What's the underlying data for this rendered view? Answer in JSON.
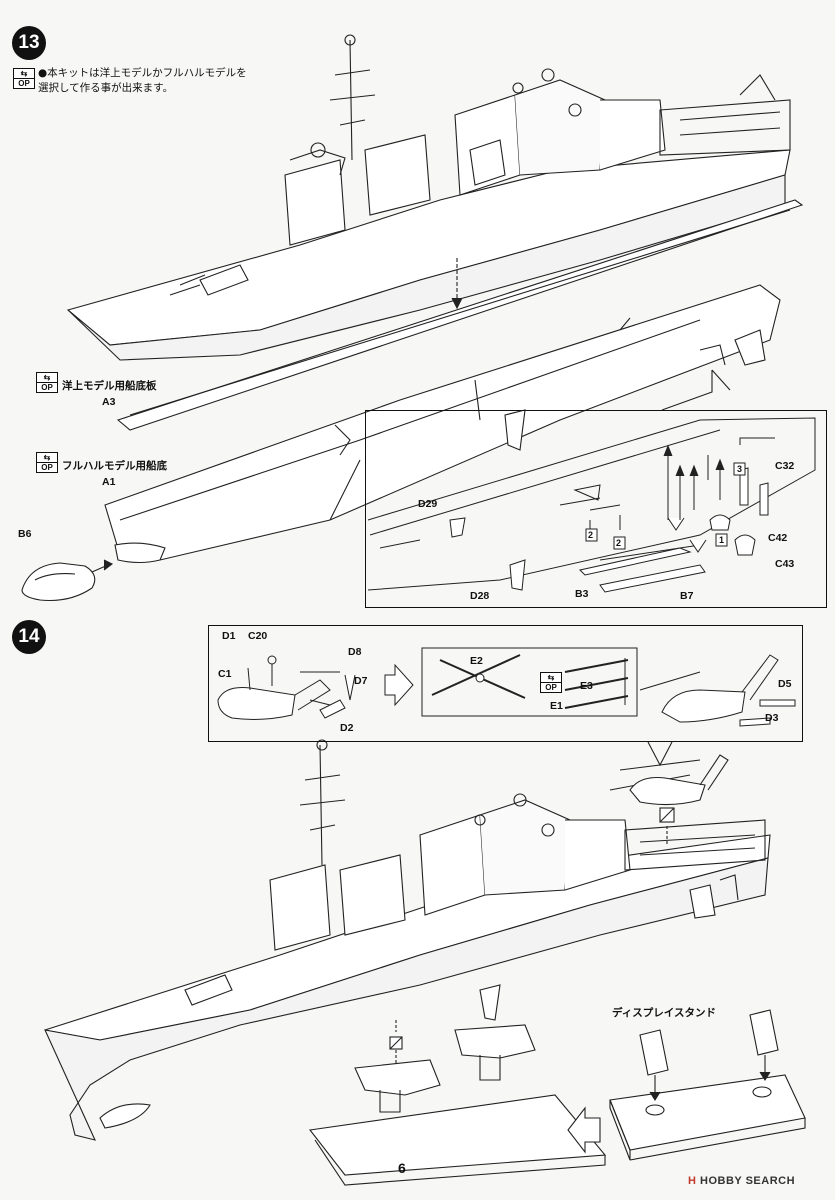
{
  "steps": {
    "step13": {
      "number": "13",
      "op_badge": "OP",
      "note_lines": [
        "●本キットは洋上モデルかフルハルモデルを",
        "選択して作る事が出来ます。"
      ],
      "waterline_label": "洋上モデル用船底板",
      "fullhull_label": "フルハルモデル用船底",
      "parts": {
        "a3": "A3",
        "a1": "A1",
        "b6": "B6",
        "d29": "D29",
        "d28": "D28",
        "b3": "B3",
        "b7": "B7",
        "c32": "C32",
        "c42": "C42",
        "c43": "C43",
        "n1": "1",
        "n2a": "2",
        "n2b": "2",
        "n3": "3"
      }
    },
    "step14": {
      "number": "14",
      "parts": {
        "d1": "D1",
        "c20": "C20",
        "c1": "C1",
        "d8": "D8",
        "d7": "D7",
        "d2": "D2",
        "e2": "E2",
        "e3": "E3",
        "e1": "E1",
        "d5": "D5",
        "d3": "D3"
      },
      "stand_label": "ディスプレイスタンド"
    }
  },
  "footer": {
    "page_number": "6",
    "logo_h": "H",
    "logo_text": "HOBBY SEARCH"
  }
}
